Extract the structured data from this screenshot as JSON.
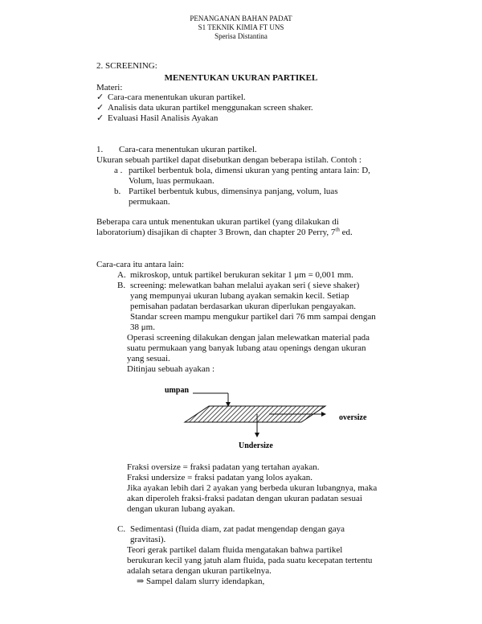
{
  "header": {
    "line1": "PENANGANAN BAHAN PADAT",
    "line2": "S1 TEKNIK KIMIA FT UNS",
    "line3": "Sperisa Distantina"
  },
  "section": {
    "number_title": "2. SCREENING:",
    "heading": "MENENTUKAN UKURAN PARTIKEL",
    "materi_label": "Materi:",
    "check_glyph": "✓",
    "materi_items": [
      "Cara-cara menentukan ukuran partikel.",
      "Analisis data ukuran partikel menggunakan screen shaker.",
      "Evaluasi Hasil Analisis Ayakan"
    ]
  },
  "part1": {
    "number": "1.",
    "title": "Cara-cara menentukan ukuran partikel.",
    "intro": "Ukuran sebuah partikel dapat disebutkan dengan beberapa istilah. Contoh :",
    "item_a_label": "a .",
    "item_a_line1": "partikel berbentuk bola, dimensi ukuran yang penting antara lain: D,",
    "item_a_line2": "Volum, luas permukaan.",
    "item_b_label": "b.",
    "item_b_line1": "Partikel    berbentuk    kubus,    dimensinya    panjang,    volum,    luas",
    "item_b_line2": "permukaan."
  },
  "para_methods": {
    "line1": "Beberapa  cara  untuk  menentukan  ukuran  partikel  (yang  dilakukan  di",
    "line2_pre": "laboratorium) disajikan di chapter 3 Brown, dan chapter 20 Perry, 7",
    "line2_sup": "th",
    "line2_post": " ed."
  },
  "cara": {
    "intro": "Cara-cara itu antara lain:",
    "A_label": "A.",
    "A_text": "mikroskop, untuk partikel berukuran sekitar 1 μm = 0,001 mm.",
    "B_label": "B.",
    "B_lines": [
      "screening: melewatkan bahan melalui ayakan seri ( sieve shaker)",
      "yang  mempunyai  ukuran  lubang  ayakan  semakin  kecil.  Setiap",
      "pemisahan  padatan  berdasarkan  ukuran  diperlukan  pengayakan.",
      "Standar screen mampu mengukur partikel dari 76 mm sampai dengan",
      "38  μm."
    ],
    "B_op_lines": [
      "Operasi  screening dilakukan dengan jalan melewatkan material pada",
      "suatu permukaan yang banyak lubang atau openings dengan ukuran",
      "yang sesuai."
    ],
    "ditinjau": "Ditinjau sebuah ayakan :"
  },
  "diagram": {
    "umpan": "umpan",
    "oversize": "oversize",
    "undersize": "Undersize"
  },
  "fraksi": {
    "over": "Fraksi oversize = fraksi padatan yang tertahan ayakan.",
    "under": "Fraksi undersize = fraksi padatan yang lolos ayakan.",
    "jika_lines": [
      "Jika ayakan lebih dari 2 ayakan yang berbeda ukuran lubangnya, maka",
      "akan  diperoleh  fraksi-fraksi  padatan  dengan  ukuran  padatan  sesuai",
      "dengan ukuran lubang ayakan."
    ]
  },
  "sedimentasi": {
    "C_label": "C.",
    "C_line1": "Sedimentasi   (fluida   diam,   zat   padat   mengendap   dengan   gaya",
    "C_line2": "gravitasi).",
    "teori_lines": [
      "Teori    gerak    partikel    dalam    fluida    mengatakan    bahwa    partikel",
      "berukuran kecil yang jatuh alam fluida, pada suatu kecepatan tertentu",
      "adalah setara dengan ukuran partikelnya."
    ],
    "arrow_glyph": "⇒",
    "sampel": "Sampel dalam slurry idendapkan,"
  }
}
